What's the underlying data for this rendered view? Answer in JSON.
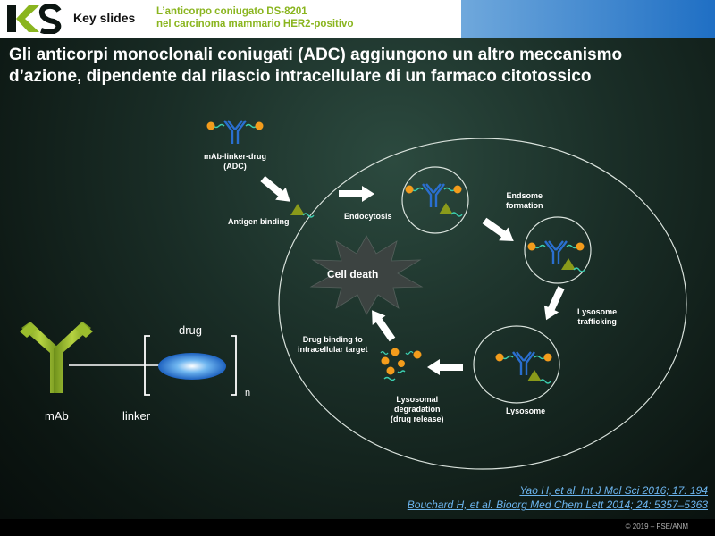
{
  "header": {
    "logo_text": "KS",
    "section_label": "Key slides",
    "topic_line1": "L’anticorpo coniugato DS-8201",
    "topic_line2": "nel carcinoma mammario HER2-positivo"
  },
  "title_line1": "Gli anticorpi monoclonali coniugati (ADC) aggiungono un altro meccanismo",
  "title_line2": "d’azione, dipendente dal rilascio intracellulare di un farmaco citotossico",
  "diagram": {
    "adc_label_line1": "mAb-linker-drug",
    "adc_label_line2": "(ADC)",
    "antigen_binding": "Antigen binding",
    "endocytosis": "Endocytosis",
    "endosome_line1": "Endsome",
    "endosome_line2": "formation",
    "lysosome_trafficking_line1": "Lysosome",
    "lysosome_trafficking_line2": "trafficking",
    "lysosome": "Lysosome",
    "degradation_line1": "Lysosomal",
    "degradation_line2": "degradation",
    "degradation_line3": "(drug release)",
    "drug_binding_line1": "Drug binding to",
    "drug_binding_line2": "intracellular target",
    "cell_death": "Cell death"
  },
  "structure": {
    "drug": "drug",
    "mab": "mAb",
    "linker": "linker",
    "n": "n"
  },
  "references": [
    "Yao H, et al. Int J Mol Sci 2016; 17: 194",
    "Bouchard H, et al. Bioorg Med Chem Lett 2014; 24: 5357–5363"
  ],
  "footer": {
    "copyright": "© 2019 – FSE/ANM"
  },
  "colors": {
    "accent_green": "#8ab51f",
    "link_blue": "#6cb4ee",
    "drug_orange": "#f39c1c",
    "antigen_green": "#8a9a1a"
  }
}
